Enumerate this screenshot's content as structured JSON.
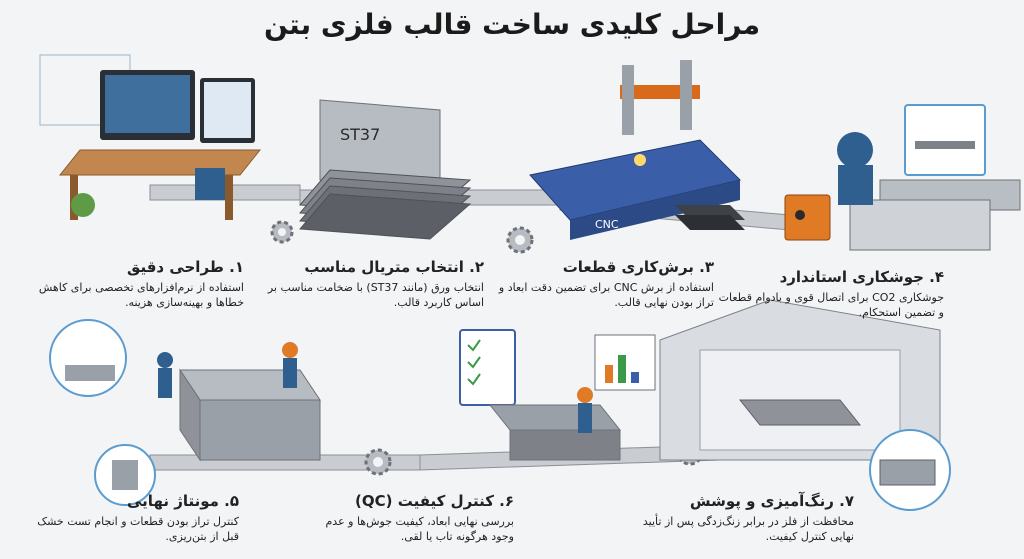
{
  "title": "مراحل کلیدی ساخت قالب فلزی بتن",
  "steps": [
    {
      "title": "۱. طراحی دقیق",
      "desc": "استفاده از نرم‌افزارهای تخصصی برای کاهش خطاها و بهینه‌سازی هزینه."
    },
    {
      "title": "۲. انتخاب متریال مناسب",
      "desc": "انتخاب ورق (مانند ST37) با ضخامت مناسب بر اساس کاربرد قالب."
    },
    {
      "title": "۳. برش‌کاری قطعات",
      "desc": "استفاده از برش CNC برای تضمین دقت ابعاد و تراز بودن نهایی قالب."
    },
    {
      "title": "۴. جوشکاری استاندارد",
      "desc": "جوشکاری CO2 برای اتصال قوی و بادوام قطعات و تضمین استحکام."
    },
    {
      "title": "۵. مونتاژ نهایی",
      "desc": "کنترل تراز بودن قطعات و انجام تست خشک قبل از بتن‌ریزی."
    },
    {
      "title": "۶. کنترل کیفیت (QC)",
      "desc": "بررسی نهایی ابعاد، کیفیت جوش‌ها و عدم وجود هرگونه تاب یا لقی."
    },
    {
      "title": "۷. رنگ‌آمیزی و پوشش",
      "desc": "محافظت از فلز در برابر زنگ‌زدگی پس از تأیید نهایی کنترل کیفیت."
    }
  ],
  "labels": {
    "sheet": "ST37",
    "cnc": "CNC"
  }
}
